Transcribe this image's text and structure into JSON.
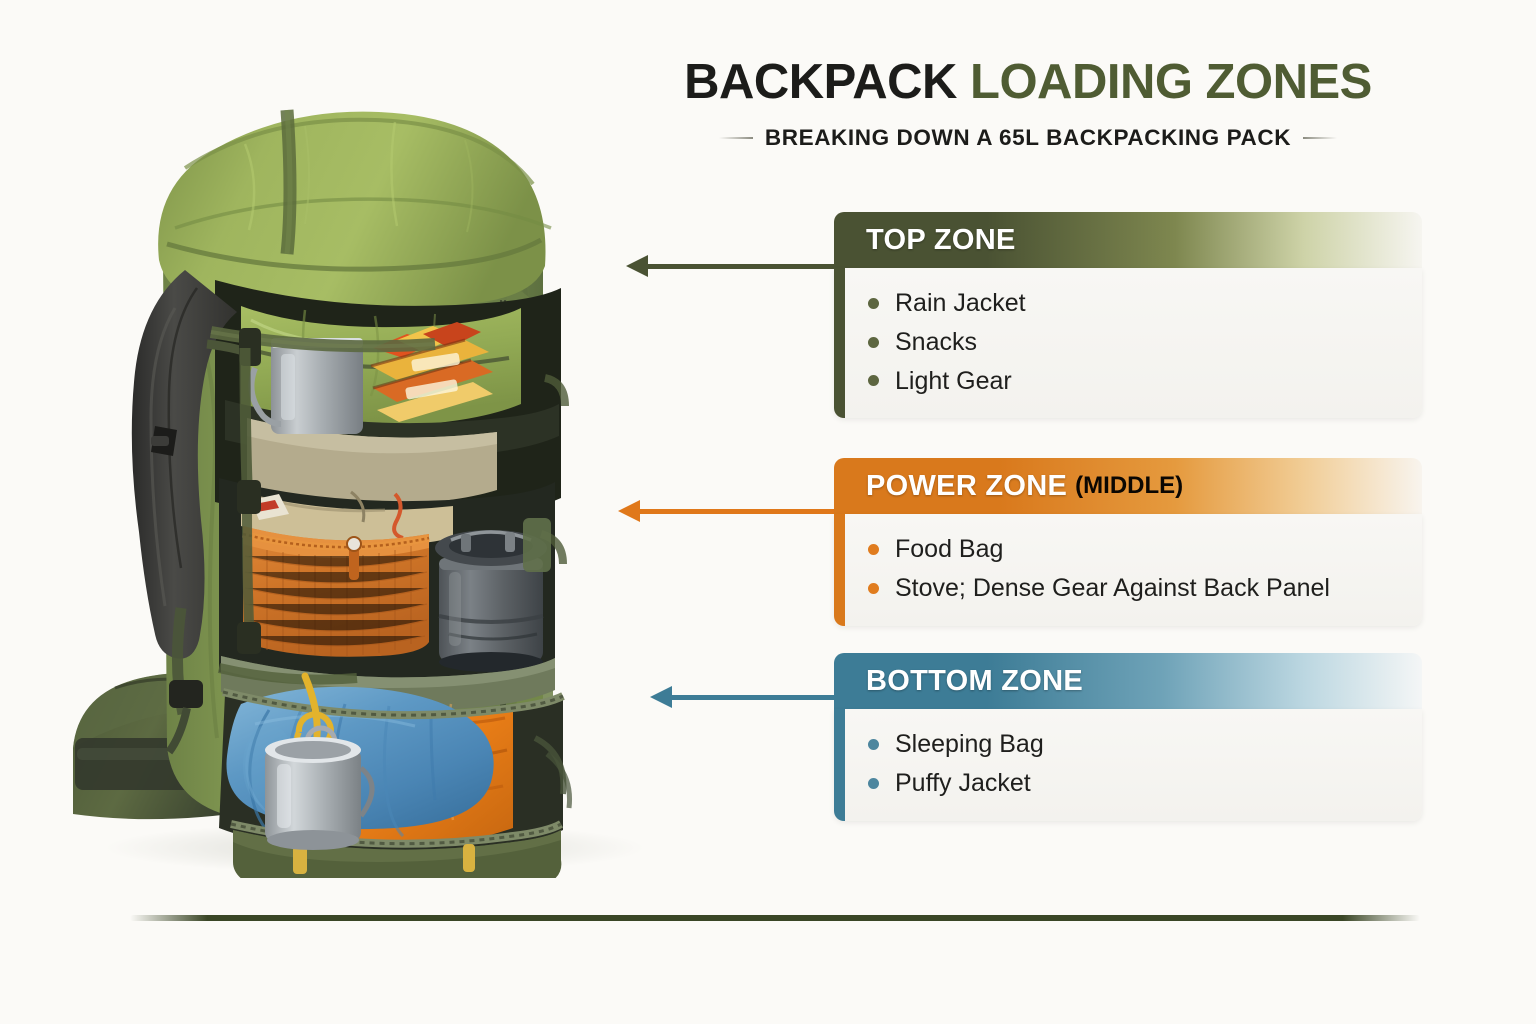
{
  "header": {
    "title_part1": "BACKPACK ",
    "title_part2": "LOADING ZONES",
    "subtitle": "BREAKING DOWN A 65L BACKPACKING PACK"
  },
  "colors": {
    "background": "#fbfaf7",
    "title_dark": "#1c1c1a",
    "title_green": "#4f5c33",
    "top_zone": "#4a5233",
    "power_zone": "#d9791c",
    "bottom_zone": "#3d7c96",
    "base_rule": "#3a4626"
  },
  "zones": [
    {
      "id": "top",
      "title": "TOP ZONE",
      "qualifier": "",
      "accent": "#4a5233",
      "items": [
        "Rain Jacket",
        "Snacks",
        "Light Gear"
      ]
    },
    {
      "id": "power",
      "title": "POWER ZONE",
      "qualifier": "(MIDDLE)",
      "accent": "#d9791c",
      "items": [
        "Food Bag",
        "Stove; Dense Gear Against Back Panel"
      ]
    },
    {
      "id": "bottom",
      "title": "BOTTOM ZONE",
      "qualifier": "",
      "accent": "#3d7c96",
      "items": [
        "Sleeping Bag",
        "Puffy Jacket"
      ]
    }
  ],
  "illustration": {
    "subject": "65L backpacking pack, cutaway view",
    "body_color": "#7f9450",
    "lid_color": "#96ab57",
    "shoulder_strap_color": "#3a3a38",
    "hipbelt_color": "#4f5a3a",
    "contents": {
      "top_compartment": [
        "green stuff sack",
        "metal pot",
        "snack bars"
      ],
      "middle_compartment": [
        "orange mesh food bag",
        "dark gray stove pot"
      ],
      "bottom_compartment": [
        "blue quilted sleeping bag",
        "orange puffy jacket"
      ],
      "external": [
        "steel mug on yellow carabiner",
        "hip belt pad"
      ]
    }
  }
}
